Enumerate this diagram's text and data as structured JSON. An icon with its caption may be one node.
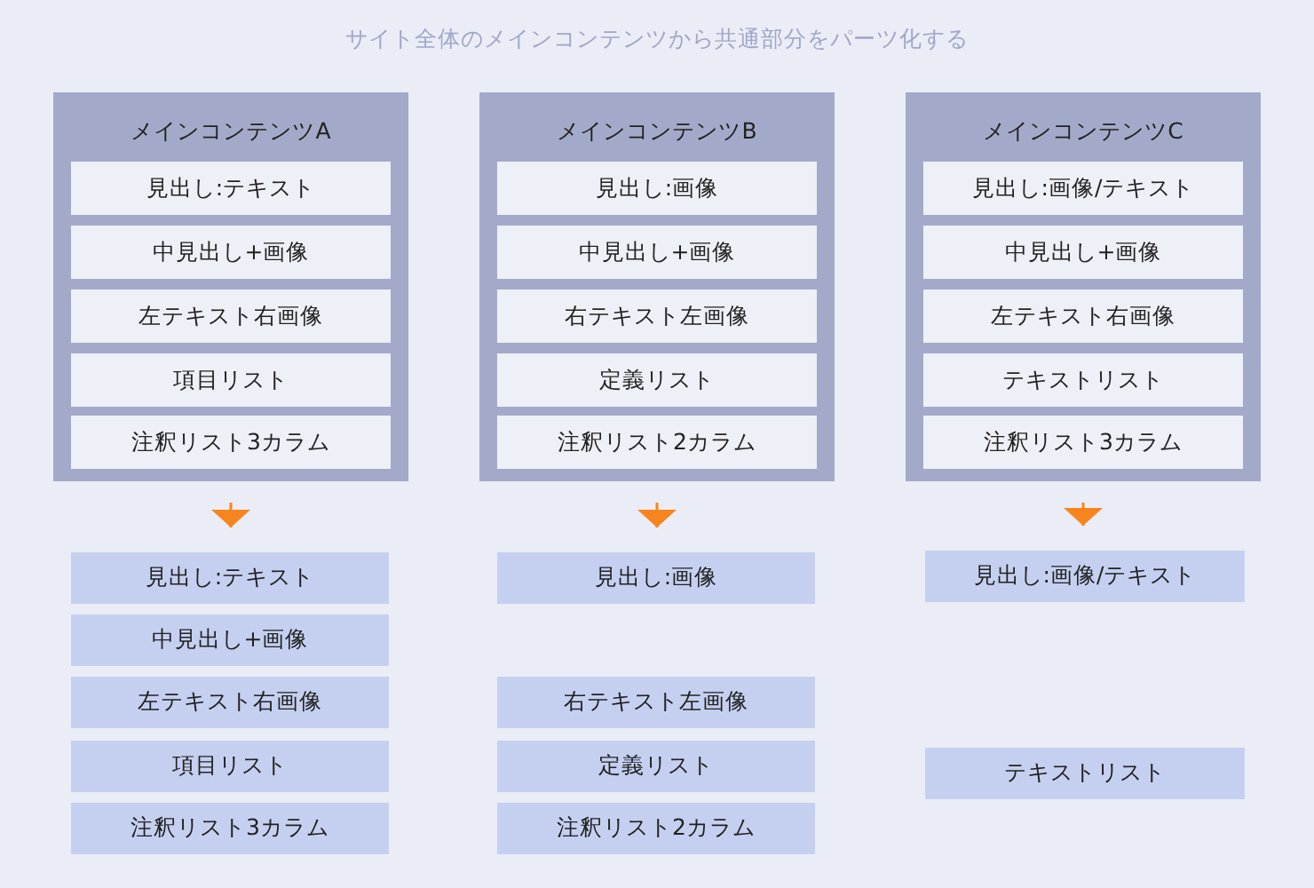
{
  "diagram": {
    "title": "サイト全体のメインコンテンツから共通部分をパーツ化する",
    "nodes": [
      {
        "text": [
          "メインコンテンツA"
        ]
      },
      {
        "text": [
          "見出し:テキスト"
        ],
        "in": 0
      },
      {
        "text": [
          "中見出し+画像"
        ],
        "in": 0
      },
      {
        "text": [
          "左テキスト右画像"
        ],
        "in": 0
      },
      {
        "text": [
          "項目リスト"
        ],
        "in": 0
      },
      {
        "text": [
          "注釈リスト3カラム"
        ],
        "in": 0
      },
      {
        "text": [
          "メインコンテンツB"
        ]
      },
      {
        "text": [
          "見出し:画像"
        ],
        "in": 6
      },
      {
        "text": [
          "中見出し+画像"
        ],
        "in": 6
      },
      {
        "text": [
          "右テキスト左画像"
        ],
        "in": 6
      },
      {
        "text": [
          "定義リスト"
        ],
        "in": 6
      },
      {
        "text": [
          "注釈リスト2カラム"
        ],
        "in": 6
      },
      {
        "text": [
          "メインコンテンツC"
        ]
      },
      {
        "text": [
          "見出し:画像/テキスト"
        ],
        "in": 12
      },
      {
        "text": [
          "中見出し+画像"
        ],
        "in": 12
      },
      {
        "text": [
          "左テキスト右画像"
        ],
        "in": 12
      },
      {
        "text": [
          "テキストリスト"
        ],
        "in": 12
      },
      {
        "text": [
          "注釈リスト3カラム"
        ],
        "in": 12
      },
      {
        "text": [
          "見出し:テキスト"
        ]
      },
      {
        "text": [
          "中見出し+画像"
        ]
      },
      {
        "text": [
          "左テキスト右画像"
        ]
      },
      {
        "text": [
          "項目リスト"
        ]
      },
      {
        "text": [
          "注釈リスト3カラム"
        ]
      },
      {
        "text": [
          "見出し:画像"
        ]
      },
      {
        "text": [
          "右テキスト左画像"
        ]
      },
      {
        "text": [
          "定義リスト"
        ]
      },
      {
        "text": [
          "注釈リスト2カラム"
        ]
      },
      {
        "text": [
          "見出し:画像/テキスト"
        ]
      },
      {
        "text": [
          "テキストリスト"
        ]
      }
    ],
    "edges": [
      {
        "from": 0,
        "to": 18,
        "arrow": "to"
      },
      {
        "from": 6,
        "to": 23,
        "arrow": "to"
      },
      {
        "from": 12,
        "to": 27,
        "arrow": "to"
      }
    ]
  }
}
